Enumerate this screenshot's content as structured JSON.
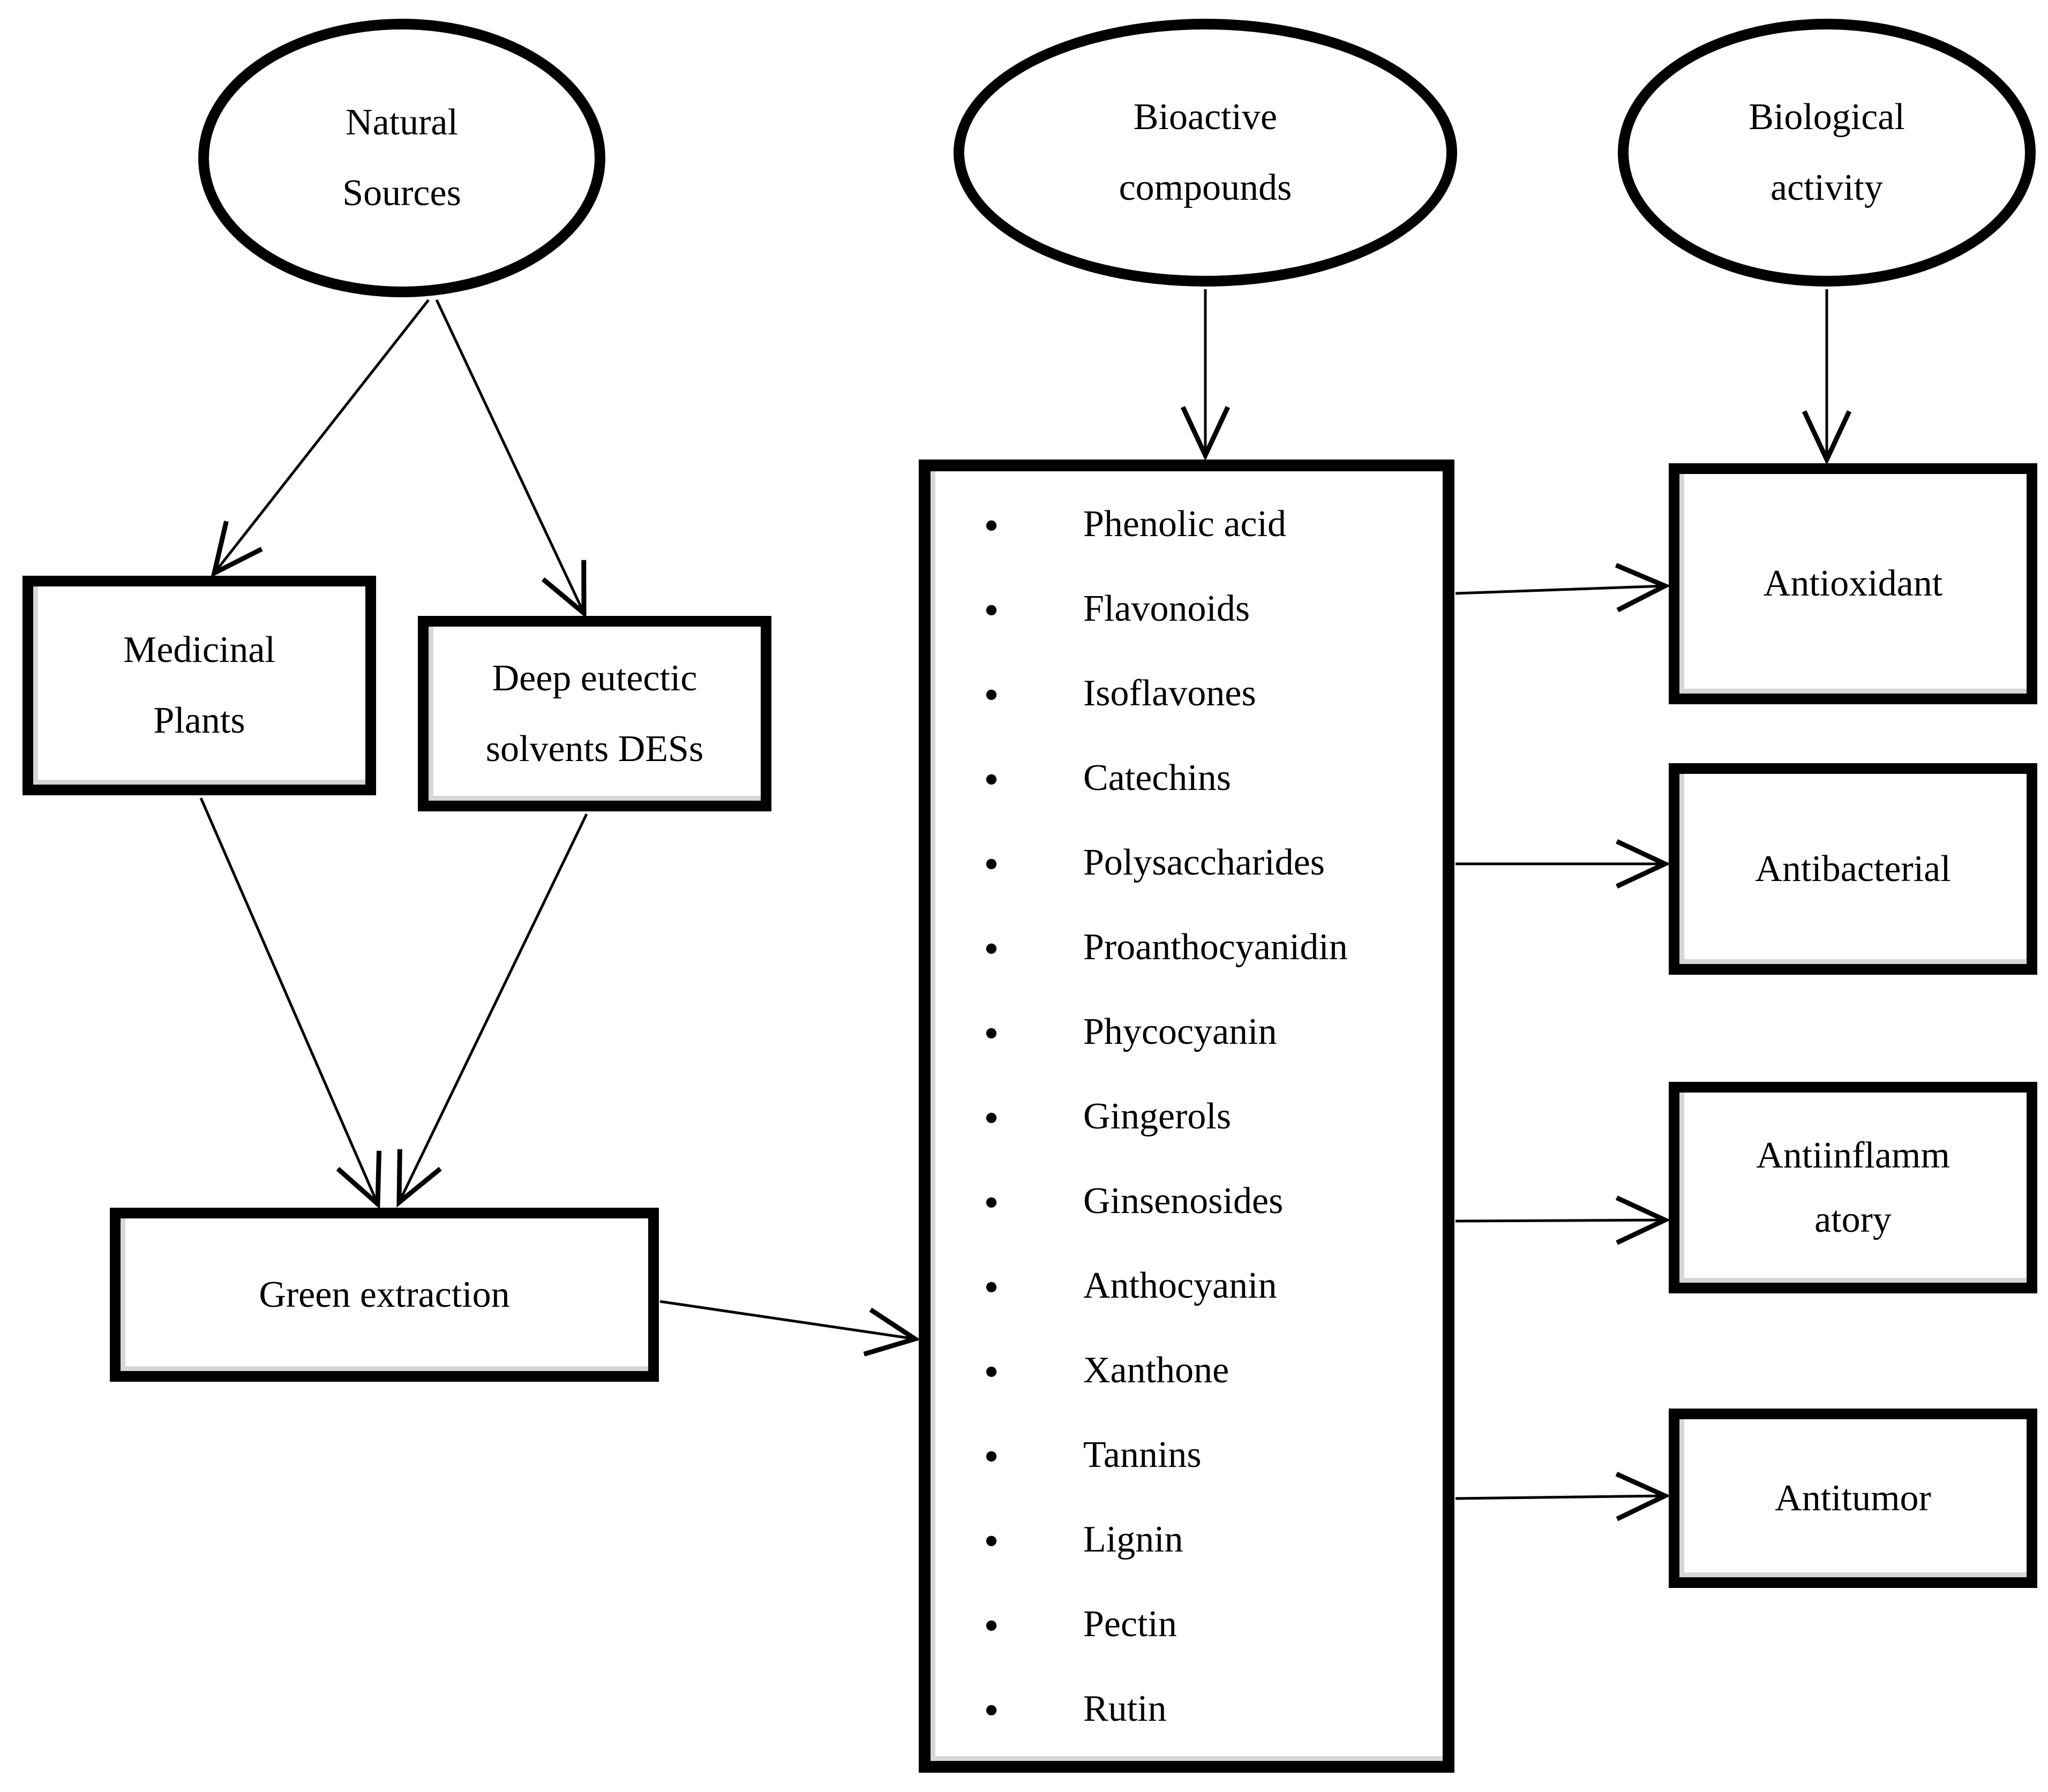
{
  "page": {
    "background": "#ffffff",
    "ink": "#000000"
  },
  "nodes": {
    "natural_sources": {
      "lines": [
        "Natural",
        "Sources"
      ]
    },
    "bioactive_compounds": {
      "lines": [
        "Bioactive",
        "compounds"
      ]
    },
    "biological_activity": {
      "lines": [
        "Biological",
        "activity"
      ]
    },
    "medicinal_plants": {
      "lines": [
        "Medicinal",
        "Plants"
      ]
    },
    "deep_eutectic_solvents": {
      "lines": [
        "Deep eutectic",
        "solvents DESs"
      ]
    },
    "green_extraction": {
      "label": "Green extraction"
    },
    "antioxidant": {
      "label": "Antioxidant"
    },
    "antibacterial": {
      "label": "Antibacterial"
    },
    "antiinflammatory": {
      "lines": [
        "Antiinflamm",
        "atory"
      ]
    },
    "antitumor": {
      "label": "Antitumor"
    }
  },
  "compounds": [
    "Phenolic acid",
    "Flavonoids",
    "Isoflavones",
    "Catechins",
    "Polysaccharides",
    "Proanthocyanidin",
    "Phycocyanin",
    "Gingerols",
    "Ginsenosides",
    "Anthocyanin",
    "Xanthone",
    "Tannins",
    "Lignin",
    "Pectin",
    "Rutin"
  ]
}
